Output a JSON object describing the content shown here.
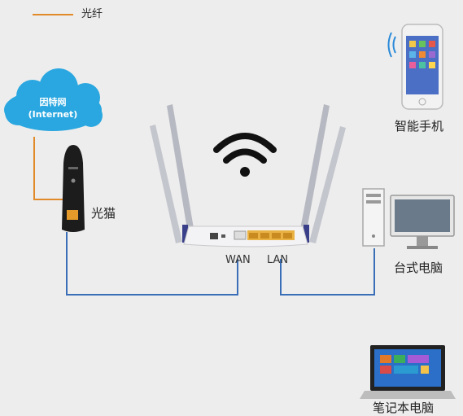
{
  "legend": {
    "fiber_label": "光纤",
    "fiber_color": "#e08a2a"
  },
  "cloud": {
    "line1": "因特网",
    "line2": "(Internet)"
  },
  "modem": {
    "label": "光猫"
  },
  "router": {
    "wan_label": "WAN",
    "lan_label": "LAN"
  },
  "devices": {
    "phone": "智能手机",
    "desktop": "台式电脑",
    "laptop": "笔记本电脑"
  },
  "colors": {
    "ethernet": "#3a6fb8",
    "cloud": "#2aa7e0"
  },
  "icons": [
    "wifi-icon",
    "cloud-icon",
    "modem-icon",
    "router-icon",
    "phone-icon",
    "desktop-icon",
    "laptop-icon"
  ]
}
